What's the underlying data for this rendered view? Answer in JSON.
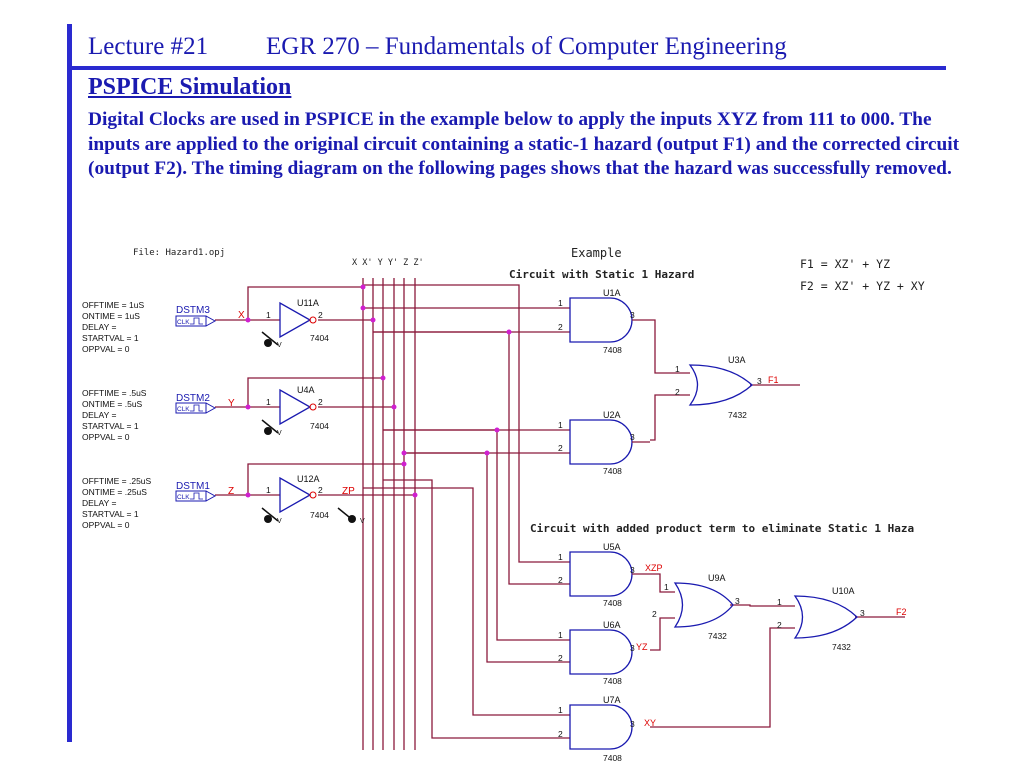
{
  "header": {
    "lecture": "Lecture #21",
    "course": "EGR 270 – Fundamentals of Computer Engineering"
  },
  "subtitle": "PSPICE Simulation",
  "paragraph": "Digital Clocks are used in PSPICE in the example below to apply the inputs XYZ from 111 to 000.  The inputs are applied to the original circuit containing a static-1 hazard (output F1) and the corrected circuit (output F2).  The timing diagram on the following pages shows that the hazard was successfully removed.",
  "schematic": {
    "file_label": "File:  Hazard1.opj",
    "example_label": "Example",
    "circuit1_title": "Circuit with Static 1 Hazard",
    "circuit2_title": "Circuit with added product term to eliminate Static 1 Haza",
    "bus_labels": "X X' Y Y' Z Z'",
    "equation_f1": "F1 = XZ' + YZ",
    "equation_f2": "F2 = XZ' + YZ + XY",
    "sources": [
      {
        "name": "DSTM3",
        "clk": "CLK",
        "signal": "X",
        "params": [
          "OFFTIME = 1uS",
          "ONTIME = 1uS",
          "DELAY =",
          "STARTVAL = 1",
          "OPPVAL = 0"
        ]
      },
      {
        "name": "DSTM2",
        "clk": "CLK",
        "signal": "Y",
        "params": [
          "OFFTIME = .5uS",
          "ONTIME = .5uS",
          "DELAY =",
          "STARTVAL = 1",
          "OPPVAL = 0"
        ]
      },
      {
        "name": "DSTM1",
        "clk": "CLK",
        "signal": "Z",
        "params": [
          "OFFTIME = .25uS",
          "ONTIME = .25uS",
          "DELAY =",
          "STARTVAL = 1",
          "OPPVAL = 0"
        ]
      }
    ],
    "inverters": [
      {
        "name": "U11A",
        "part": "7404",
        "pin_in": "1",
        "pin_out": "2",
        "vcc": "V"
      },
      {
        "name": "U4A",
        "part": "7404",
        "pin_in": "1",
        "pin_out": "2",
        "vcc": "V"
      },
      {
        "name": "U12A",
        "part": "7404",
        "pin_in": "1",
        "pin_out": "2",
        "vcc": "V"
      }
    ],
    "zp_label": "ZP",
    "zp_vcc": "V",
    "and_gates": [
      {
        "name": "U1A",
        "part": "7408",
        "pin1": "1",
        "pin2": "2",
        "pin3": "3",
        "out": ""
      },
      {
        "name": "U2A",
        "part": "7408",
        "pin1": "1",
        "pin2": "2",
        "pin3": "3",
        "out": ""
      },
      {
        "name": "U5A",
        "part": "7408",
        "pin1": "1",
        "pin2": "2",
        "pin3": "3",
        "out": "XZP"
      },
      {
        "name": "U6A",
        "part": "7408",
        "pin1": "1",
        "pin2": "2",
        "pin3": "3",
        "out": "YZ"
      },
      {
        "name": "U7A",
        "part": "7408",
        "pin1": "1",
        "pin2": "2",
        "pin3": "3",
        "out": "XY"
      }
    ],
    "or_gates": [
      {
        "name": "U3A",
        "part": "7432",
        "pin1": "1",
        "pin2": "2",
        "pin3": "3",
        "out": "F1"
      },
      {
        "name": "U9A",
        "part": "7432",
        "pin1": "1",
        "pin2": "2",
        "pin3": "3",
        "out": ""
      },
      {
        "name": "U10A",
        "part": "7432",
        "pin1": "1",
        "pin2": "2",
        "pin3": "3",
        "out": "F2"
      }
    ]
  }
}
